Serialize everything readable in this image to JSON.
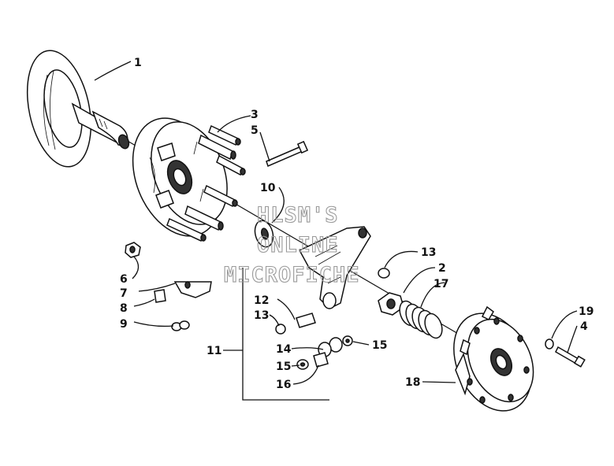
{
  "watermark": {
    "line1": "HLSM'S",
    "line2": "ONLINE",
    "line3": "MICROFICHE"
  },
  "callouts": {
    "c1": "1",
    "c2": "2",
    "c3": "3",
    "c4": "4",
    "c5": "5",
    "c6": "6",
    "c7": "7",
    "c8": "8",
    "c9": "9",
    "c10": "10",
    "c11": "11",
    "c12": "12",
    "c13a": "13",
    "c13b": "13",
    "c14": "14",
    "c15a": "15",
    "c15b": "15",
    "c16": "16",
    "c17": "17",
    "c18": "18",
    "c19": "19"
  },
  "colors": {
    "ink": "#111111",
    "watermark": "#9a9a9a",
    "background": "#ffffff"
  }
}
